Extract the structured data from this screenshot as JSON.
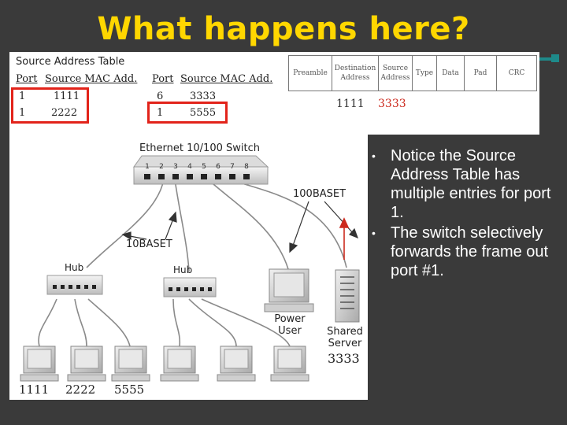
{
  "slide": {
    "title": "What happens here?",
    "bullets": [
      "Notice the Source Address Table has multiple entries for port 1.",
      "The switch selectively forwards the frame out port #1."
    ],
    "bullet_marker": "•"
  },
  "source_address_table": {
    "title": "Source Address Table",
    "headers": [
      "Port",
      "Source MAC Add.",
      "Port",
      "Source MAC Add."
    ],
    "left_rows": [
      [
        "1",
        "1111"
      ],
      [
        "1",
        "2222"
      ]
    ],
    "right_rows": [
      [
        "6",
        "3333"
      ],
      [
        "1",
        "5555"
      ]
    ]
  },
  "frame": {
    "fields": [
      "Preamble",
      "Destination Address",
      "Source Address",
      "Type",
      "Data",
      "Pad",
      "CRC"
    ],
    "destination_value": "1111",
    "source_value": "3333"
  },
  "network": {
    "switch_label": "Ethernet 10/100 Switch",
    "ports": [
      "1",
      "2",
      "3",
      "4",
      "5",
      "6",
      "7",
      "8"
    ],
    "link_100": "100BASET",
    "link_10": "10BASET",
    "hub_left": "Hub",
    "hub_right": "Hub",
    "power_user": "Power User",
    "shared_server": "Shared Server",
    "server_mac": "3333",
    "pc_macs": [
      "1111",
      "2222",
      "5555"
    ]
  },
  "colors": {
    "title": "#ffd700",
    "background": "#3a3a3a",
    "highlight_red": "#e2231a",
    "accent_teal": "#1e8a8a"
  }
}
